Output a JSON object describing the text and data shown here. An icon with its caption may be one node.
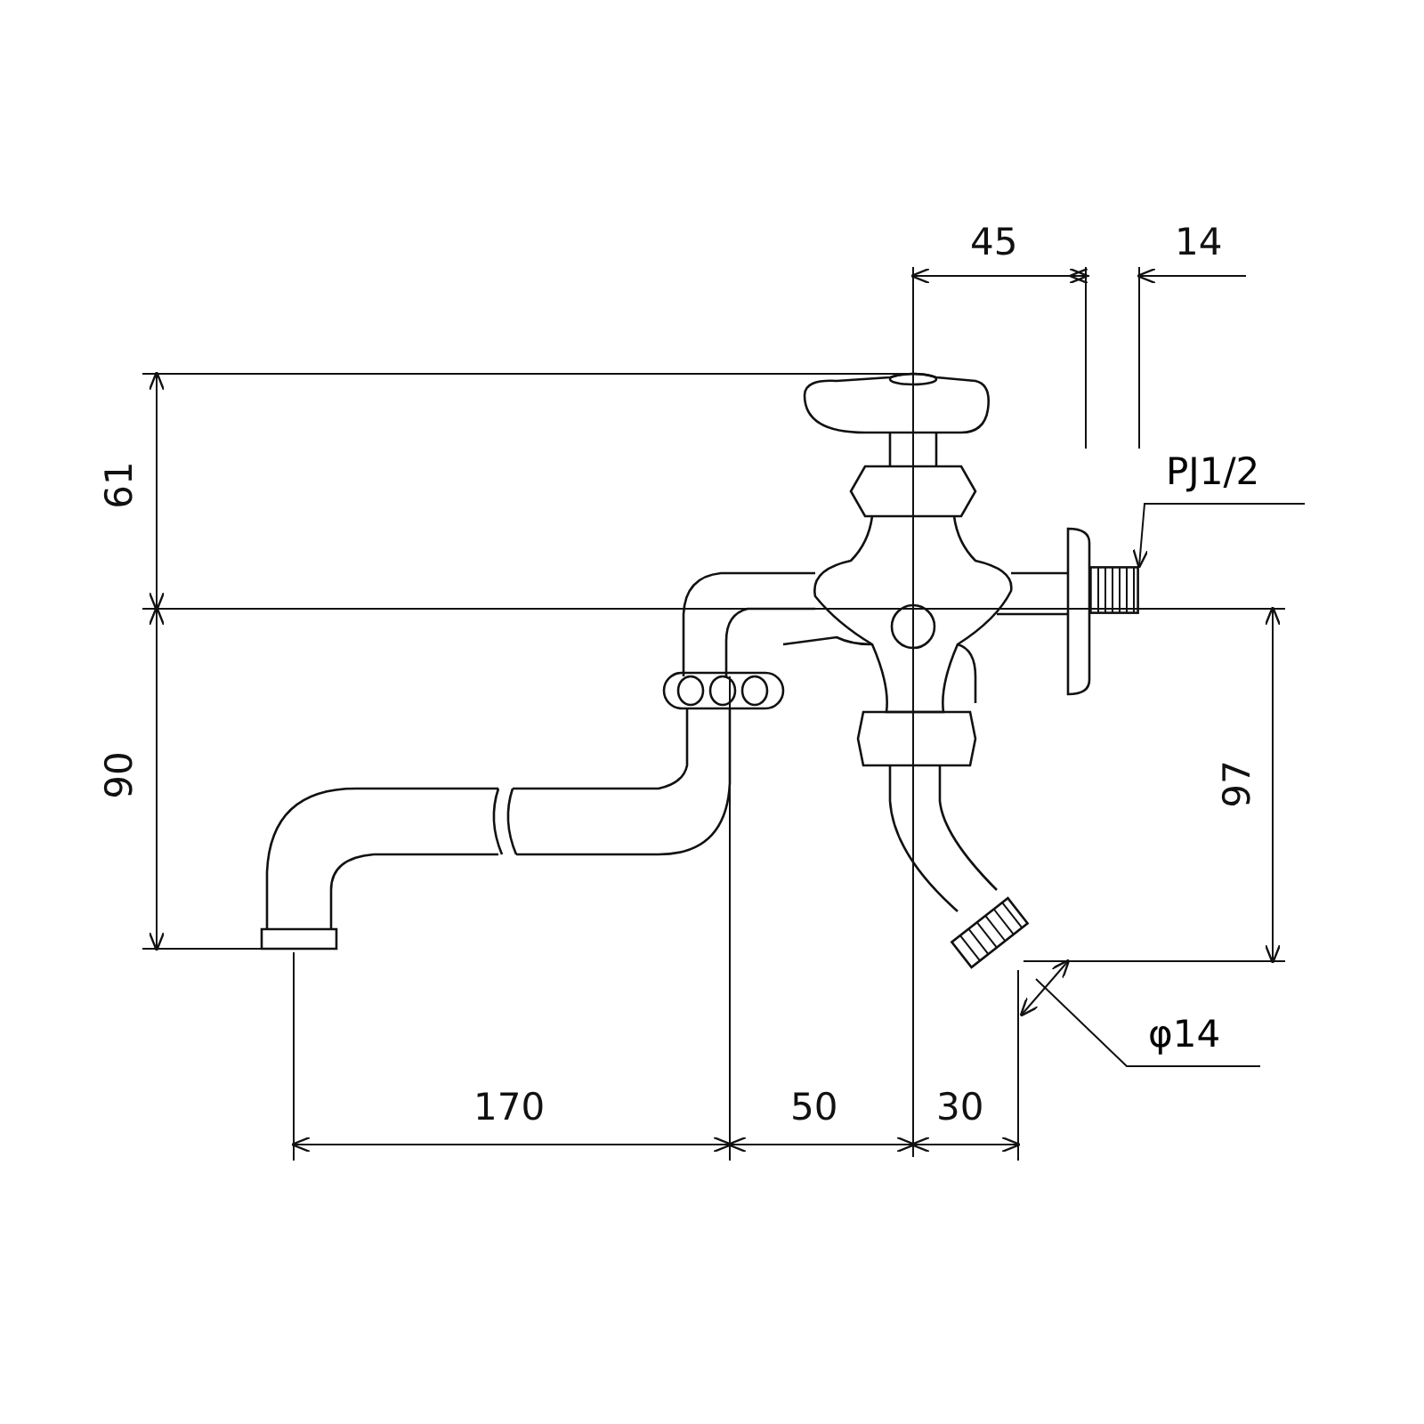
{
  "diagram": {
    "nodes": [
      {
        "text": [
          "PJ1/2"
        ]
      },
      {
        "text": [],
        "shape": "picture"
      },
      {
        "text": [
          "φ14"
        ]
      },
      {
        "text": [],
        "shape": "picture"
      }
    ],
    "edges": [
      {
        "from": 0,
        "to": 1,
        "arrow": "to"
      },
      {
        "from": 2,
        "to": 3,
        "arrow": "none"
      }
    ],
    "labels": [
      "45",
      "14",
      "61",
      "90",
      "97",
      "170",
      "50",
      "30"
    ]
  }
}
